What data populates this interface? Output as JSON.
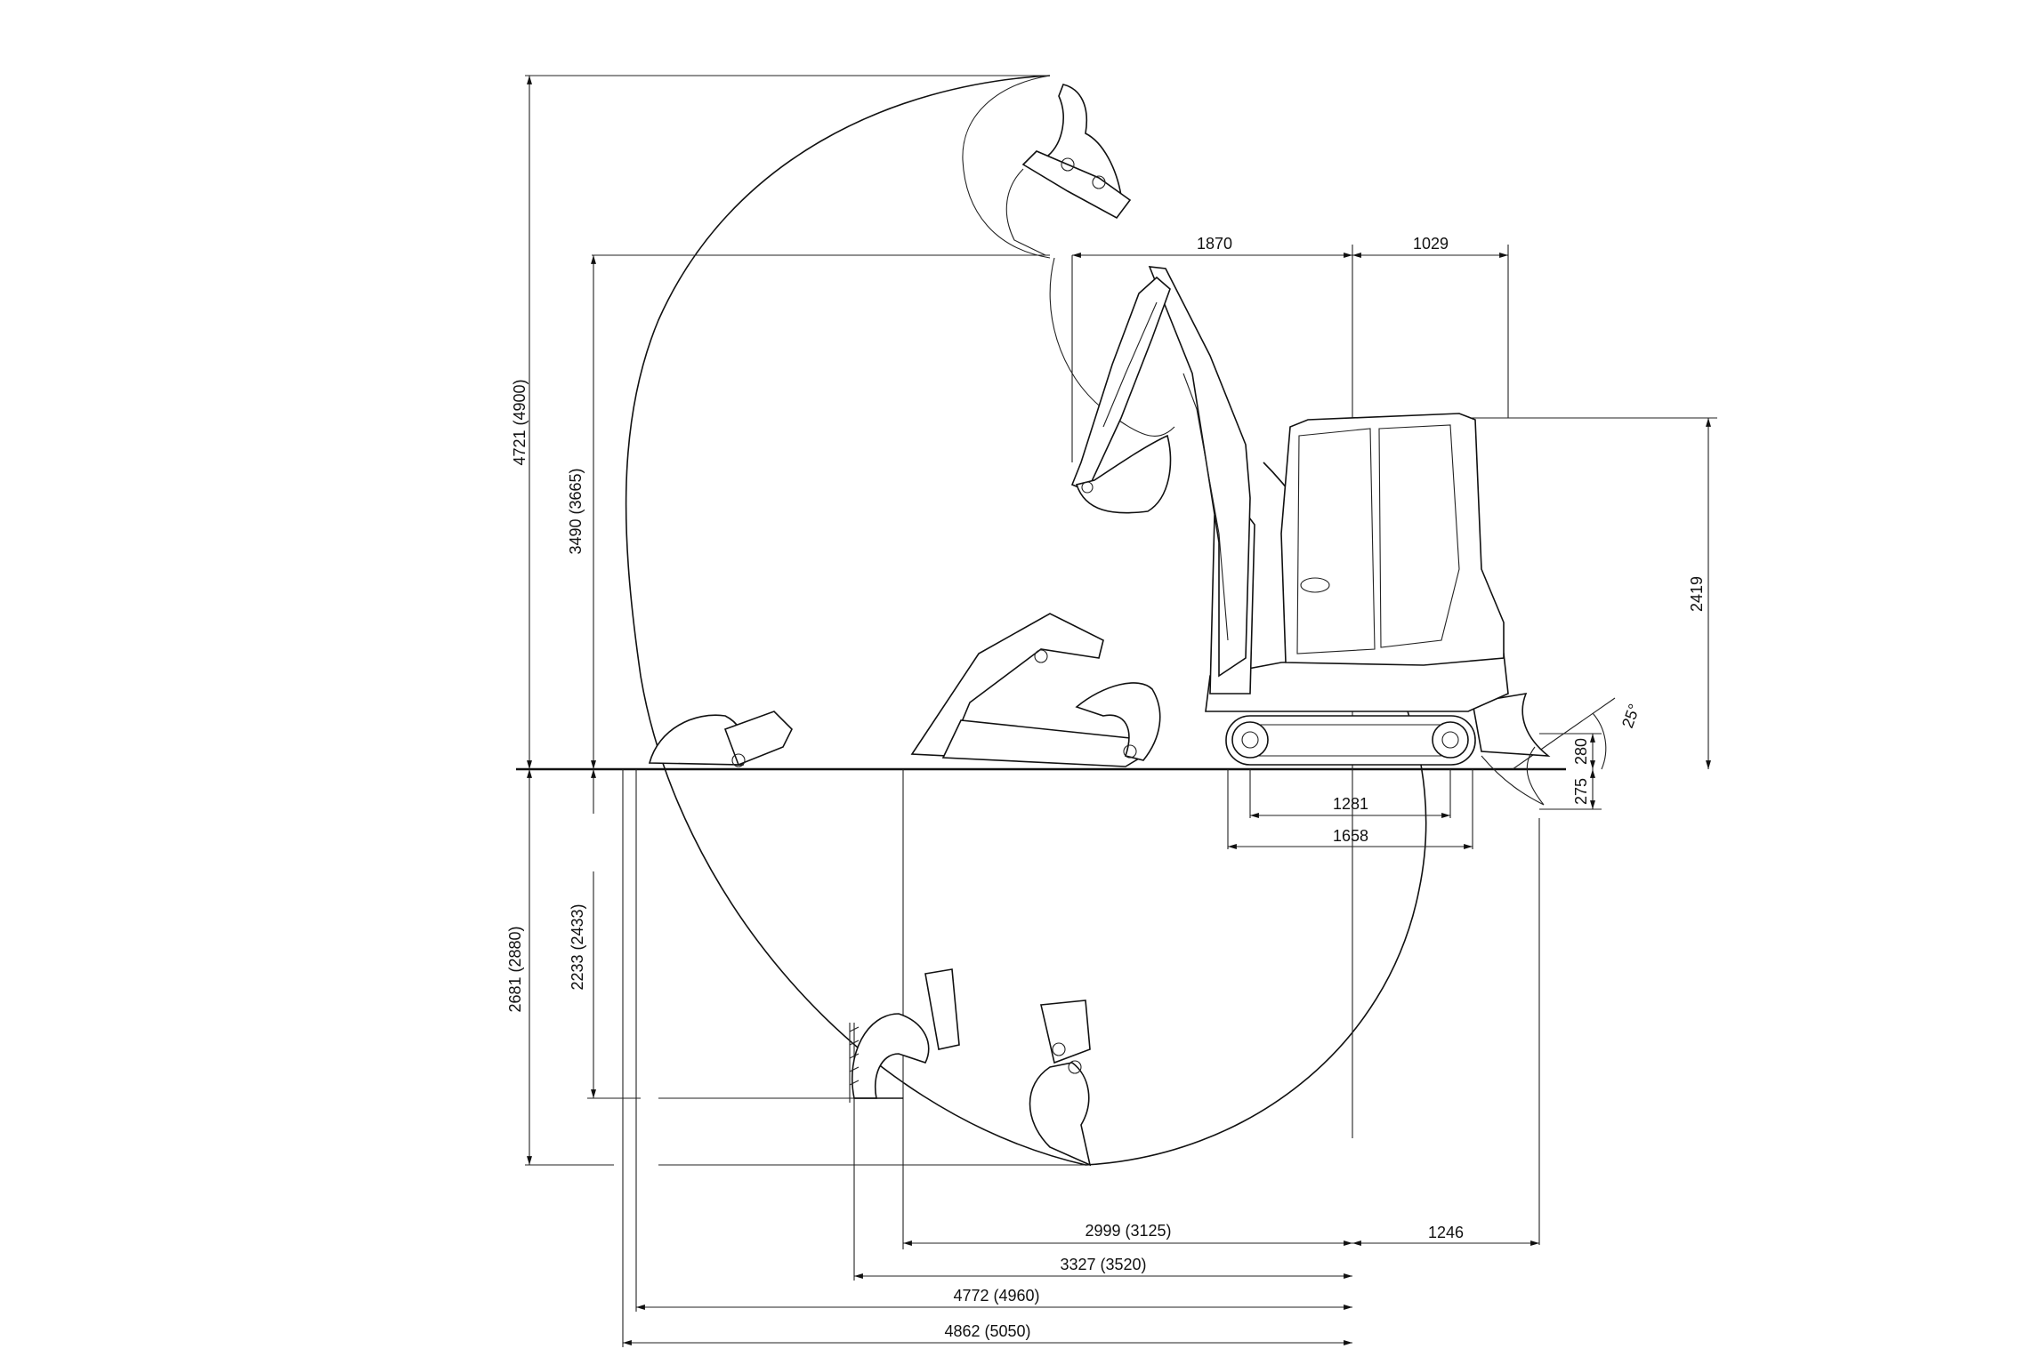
{
  "diagram": {
    "labels": {
      "top_1870": "1870",
      "top_1029": "1029",
      "height_2419": "2419",
      "angle_25": "25°",
      "blade_up_280": "280",
      "blade_down_275": "275",
      "track_1281": "1281",
      "track_1658": "1658",
      "reach_2999": "2999 (3125)",
      "tail_1246": "1246",
      "reach_3327": "3327 (3520)",
      "reach_4772": "4772 (4960)",
      "reach_4862": "4862 (5050)",
      "height_4721": "4721 (4900)",
      "height_3490": "3490 (3665)",
      "depth_2681": "2681 (2880)",
      "depth_2233": "2233 (2433)"
    }
  }
}
